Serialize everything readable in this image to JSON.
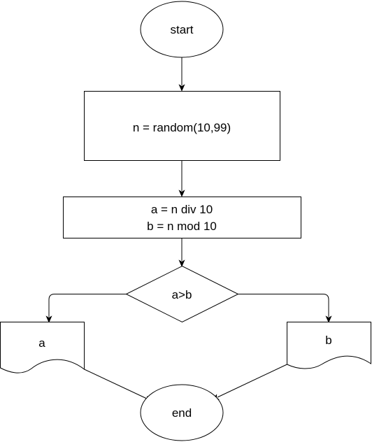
{
  "flowchart": {
    "start": {
      "label": "start"
    },
    "random": {
      "label": "n = random(10,99)"
    },
    "digits": {
      "line1": "a = n div 10",
      "line2": "b = n mod 10"
    },
    "decision": {
      "label": "a>b"
    },
    "output_a": {
      "label": "a"
    },
    "output_b": {
      "label": "b"
    },
    "end": {
      "label": "end"
    }
  }
}
